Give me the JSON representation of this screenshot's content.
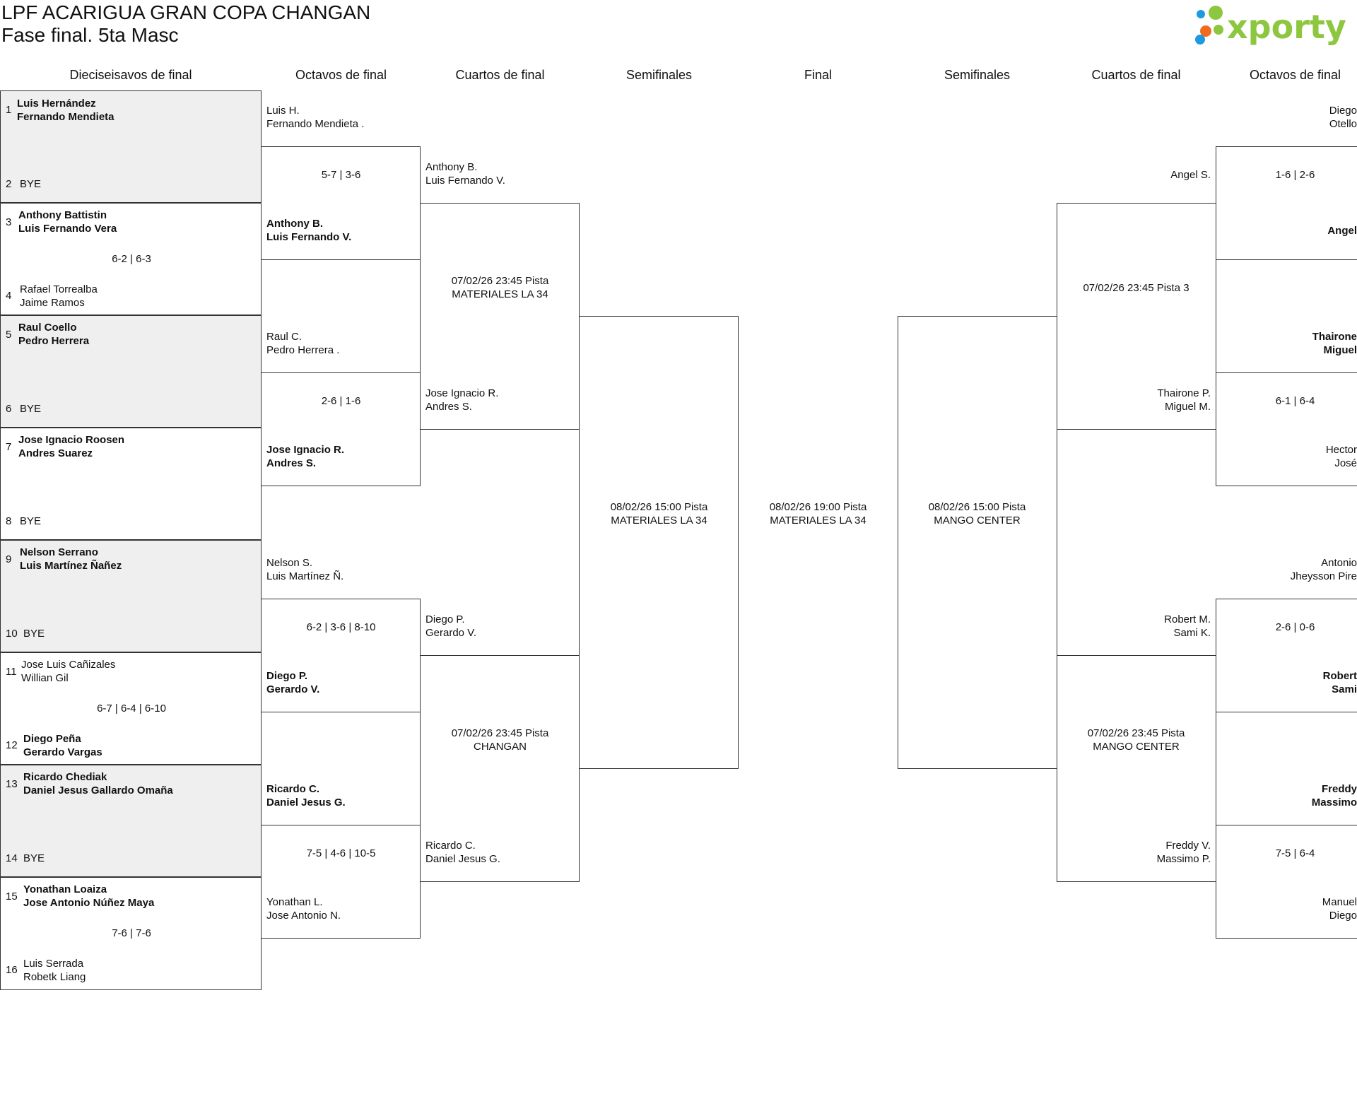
{
  "header": {
    "title": "LPF ACARIGUA GRAN COPA CHANGAN",
    "subtitle": "Fase final. 5ta Masc",
    "logo_text": "xporty",
    "colors": {
      "logo_green": "#8dc63f",
      "logo_blue": "#1e9be0",
      "logo_orange": "#f26a1b"
    }
  },
  "rounds": {
    "r32": "Dieciseisavos de final",
    "r16": "Octavos de final",
    "qf": "Cuartos de final",
    "sf": "Semifinales",
    "final": "Final",
    "sf_right": "Semifinales",
    "qf_right": "Cuartos de final",
    "r16_right": "Octavos de final"
  },
  "r32": [
    {
      "n1": "1",
      "a1": "Luis Hernández",
      "b1": "Fernando Mendieta",
      "n2": "2",
      "a2": "BYE",
      "b2": "",
      "score": ""
    },
    {
      "n1": "3",
      "a1": "Anthony Battistin",
      "b1": "Luis Fernando Vera",
      "n2": "4",
      "a2": "Rafael Torrealba",
      "b2": "Jaime Ramos",
      "score": "6-2 | 6-3"
    },
    {
      "n1": "5",
      "a1": "Raul Coello",
      "b1": "Pedro Herrera",
      "n2": "6",
      "a2": "BYE",
      "b2": "",
      "score": ""
    },
    {
      "n1": "7",
      "a1": "Jose Ignacio Roosen",
      "b1": "Andres Suarez",
      "n2": "8",
      "a2": "BYE",
      "b2": "",
      "score": ""
    },
    {
      "n1": "9",
      "a1": "Nelson Serrano",
      "b1": "Luis Martínez Ñañez",
      "n2": "10",
      "a2": "BYE",
      "b2": "",
      "score": ""
    },
    {
      "n1": "11",
      "a1": "Jose Luis Cañizales",
      "b1": "Willian Gil",
      "n2": "12",
      "a2": "Diego Peña",
      "b2": "Gerardo Vargas",
      "score": "6-7 | 6-4 | 6-10"
    },
    {
      "n1": "13",
      "a1": "Ricardo Chediak",
      "b1": "Daniel Jesus Gallardo Omaña",
      "n2": "14",
      "a2": "BYE",
      "b2": "",
      "score": ""
    },
    {
      "n1": "15",
      "a1": "Yonathan Loaiza",
      "b1": "Jose Antonio Núñez Maya",
      "n2": "16",
      "a2": "Luis Serrada",
      "b2": "Robetk Liang",
      "score": "7-6 | 7-6"
    }
  ],
  "r16_left": [
    {
      "t1a": "Luis H.",
      "t1b": "Fernando Mendieta .",
      "score": "5-7 | 3-6",
      "t2a": "Anthony B.",
      "t2b": "Luis Fernando V."
    },
    {
      "t1a": "Raul C.",
      "t1b": "Pedro Herrera .",
      "score": "2-6 | 1-6",
      "t2a": "Jose Ignacio R.",
      "t2b": "Andres S."
    },
    {
      "t1a": "Nelson S.",
      "t1b": "Luis Martínez Ñ.",
      "score": "6-2 | 3-6 | 8-10",
      "t2a": "Diego P.",
      "t2b": "Gerardo V."
    },
    {
      "t1a": "Ricardo C.",
      "t1b": "Daniel Jesus G.",
      "score": "7-5 | 4-6 | 10-5",
      "t2a": "Yonathan L.",
      "t2b": "Jose Antonio N."
    }
  ],
  "qf_left": [
    {
      "t1a": "Anthony B.",
      "t1b": "Luis Fernando V.",
      "sched1": "07/02/26 23:45 Pista",
      "sched2": "MATERIALES LA 34",
      "t2a": "Jose Ignacio R.",
      "t2b": "Andres S."
    },
    {
      "t1a": "Diego P.",
      "t1b": "Gerardo V.",
      "sched1": "07/02/26 23:45 Pista",
      "sched2": "CHANGAN",
      "t2a": "Ricardo C.",
      "t2b": "Daniel Jesus G."
    }
  ],
  "sf_left": {
    "sched1": "08/02/26 15:00 Pista",
    "sched2": "MATERIALES LA 34"
  },
  "final": {
    "sched1": "08/02/26 19:00 Pista",
    "sched2": "MATERIALES LA 34"
  },
  "sf_right": {
    "sched1": "08/02/26 15:00 Pista",
    "sched2": "MANGO CENTER"
  },
  "qf_right": [
    {
      "t1a": "Angel S.",
      "t1b": "",
      "sched1": "07/02/26 23:45 Pista 3",
      "sched2": "",
      "t2a": "Thairone P.",
      "t2b": "Miguel M."
    },
    {
      "t1a": "Robert M.",
      "t1b": "Sami K.",
      "sched1": "07/02/26 23:45 Pista",
      "sched2": "MANGO CENTER",
      "t2a": "Freddy V.",
      "t2b": "Massimo P."
    }
  ],
  "r16_right": [
    {
      "t1a": "Diego",
      "t1b": "Otello",
      "score": "1-6 | 2-6",
      "t2a": "Angel",
      "t2b": ""
    },
    {
      "t1a": "Thairone",
      "t1b": "Miguel",
      "score": "6-1 | 6-4",
      "t2a": "Hector",
      "t2b": "José"
    },
    {
      "t1a": "Antonio",
      "t1b": "Jheysson Pire",
      "score": "2-6 | 0-6",
      "t2a": "Robert",
      "t2b": "Sami"
    },
    {
      "t1a": "Freddy",
      "t1b": "Massimo",
      "score": "7-5 | 6-4",
      "t2a": "Manuel",
      "t2b": "Diego"
    }
  ]
}
